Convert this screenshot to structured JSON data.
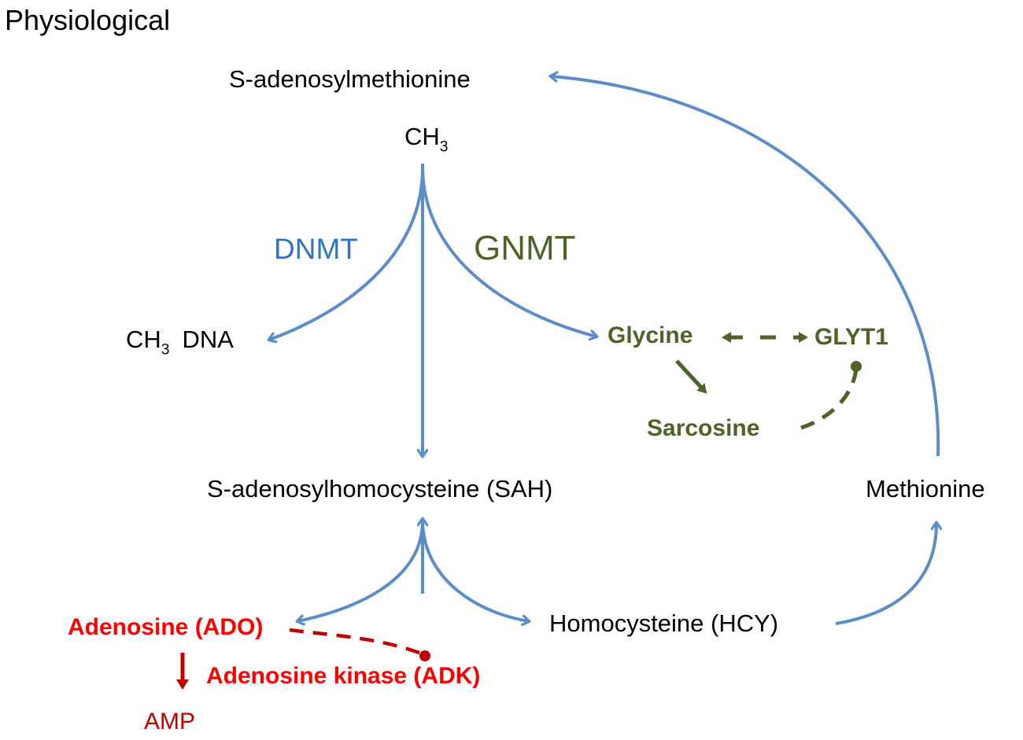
{
  "colors": {
    "blue_arrow": "#5b8ec9",
    "blue_text": "#2f74c0",
    "green": "#4f6228",
    "red": "#ff0000",
    "dark_red": "#c00000",
    "black": "#000000"
  },
  "title": "Physiological",
  "nodes": {
    "sam": "S-adenosylmethionine",
    "ch3_main": "CH",
    "ch3_main_sub": "3",
    "ch3dna_prefix": "CH",
    "ch3dna_sub": "3",
    "ch3dna_suffix": "DNA",
    "sah": "S-adenosylhomocysteine (SAH)",
    "methionine": "Methionine",
    "homocysteine": "Homocysteine (HCY)",
    "glycine": "Glycine",
    "glyt1": "GLYT1",
    "sarcosine": "Sarcosine",
    "adenosine": "Adenosine (ADO)",
    "adk": "Adenosine kinase (ADK)",
    "amp": "AMP"
  },
  "enzymes": {
    "dnmt": "DNMT",
    "gnmt": "GNMT"
  },
  "edges": [
    {
      "from": "ch3",
      "to": "ch3-dna",
      "style": "solid",
      "color": "blue"
    },
    {
      "from": "ch3",
      "to": "sah",
      "style": "solid",
      "color": "blue"
    },
    {
      "from": "ch3",
      "to": "glycine",
      "style": "solid",
      "color": "blue"
    },
    {
      "from": "sah",
      "to": "adenosine",
      "style": "solid",
      "color": "blue"
    },
    {
      "from": "sah",
      "to": "homocysteine",
      "style": "solid",
      "color": "blue"
    },
    {
      "from": "homocysteine",
      "to": "methionine",
      "style": "solid",
      "color": "blue"
    },
    {
      "from": "methionine",
      "to": "sam",
      "style": "solid",
      "color": "blue"
    },
    {
      "from": "glycine",
      "to": "glyt1",
      "style": "dashed-bidirectional",
      "color": "green"
    },
    {
      "from": "glycine",
      "to": "sarcosine",
      "style": "solid",
      "color": "green"
    },
    {
      "from": "sarcosine",
      "to": "glyt1",
      "style": "dashed-inhibition",
      "color": "green"
    },
    {
      "from": "adenosine",
      "to": "adk",
      "style": "dashed-inhibition",
      "color": "red"
    },
    {
      "from": "adenosine",
      "to": "amp",
      "style": "solid",
      "color": "dark_red"
    }
  ]
}
